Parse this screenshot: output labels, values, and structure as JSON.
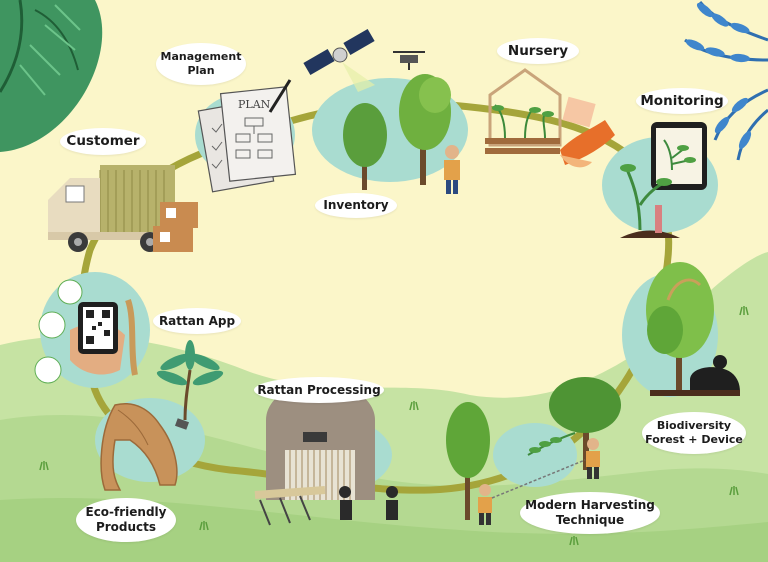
{
  "stages": {
    "management_plan": {
      "line1": "Management",
      "line2": "Plan"
    },
    "nursery": {
      "label": "Nursery"
    },
    "monitoring": {
      "label": "Monitoring"
    },
    "inventory": {
      "label": "Inventory"
    },
    "customer": {
      "label": "Customer"
    },
    "rattan_app": {
      "label": "Rattan App"
    },
    "rattan_processing": {
      "label": "Rattan Processing"
    },
    "biodiversity": {
      "line1": "Biodiversity",
      "line2": "Forest + Device"
    },
    "modern_harvesting": {
      "line1": "Modern Harvesting",
      "line2": "Technique"
    },
    "eco_friendly": {
      "line1": "Eco-friendly",
      "line2": "Products"
    }
  },
  "illustrations": {
    "plan_sheet_text": "PLAN"
  },
  "colors": {
    "background": "#fbf6c9",
    "hill": "#bfe0a0",
    "path": "#a5a53a",
    "blob": "#a9dcd0",
    "tree_dark": "#5a9e3c",
    "tree_light": "#7fbf4a"
  }
}
